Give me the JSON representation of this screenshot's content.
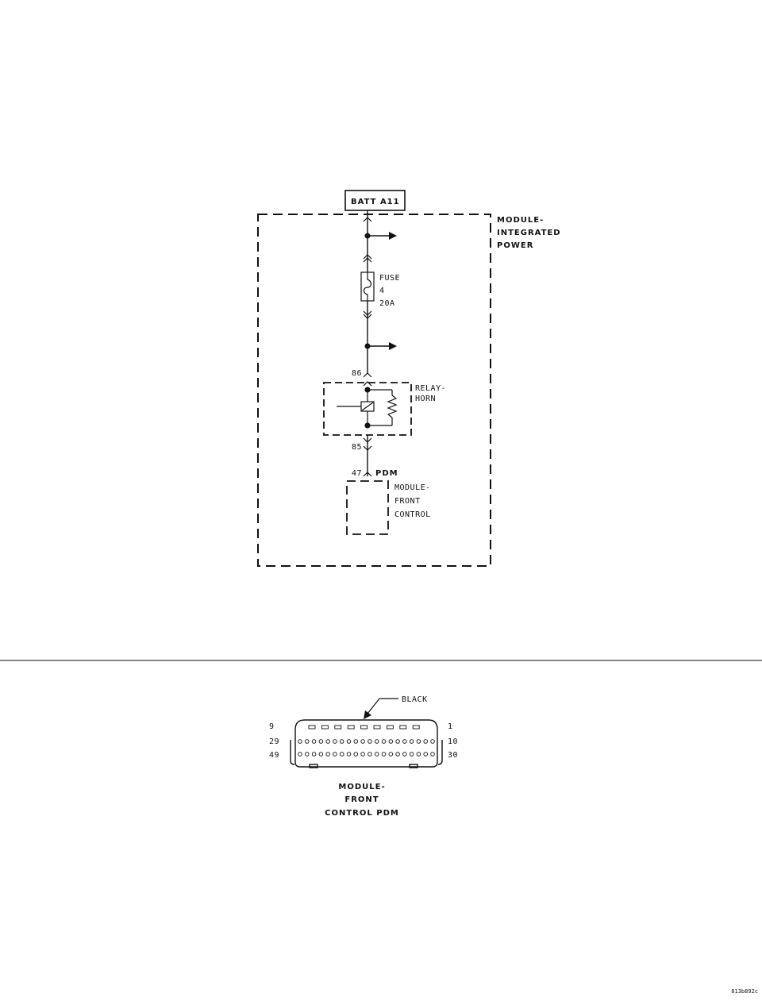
{
  "schematic": {
    "source_label": "BATT A11",
    "ipm_label": [
      "MODULE-",
      "INTEGRATED",
      "POWER"
    ],
    "fuse_label": [
      "FUSE",
      "4",
      "20A"
    ],
    "relay_label": [
      "RELAY-",
      "HORN"
    ],
    "pin_86": "86",
    "pin_85": "85",
    "pin_47": "47",
    "pdm_tag": "PDM",
    "fcm_label": [
      "MODULE-",
      "FRONT",
      "CONTROL"
    ]
  },
  "connector": {
    "color_label": "BLACK",
    "pin_left": [
      "9",
      "29",
      "49"
    ],
    "pin_right": [
      "1",
      "10",
      "30"
    ],
    "title": [
      "MODULE-",
      "FRONT",
      "CONTROL PDM"
    ]
  },
  "footer": {
    "figure_id": "813b892c"
  }
}
